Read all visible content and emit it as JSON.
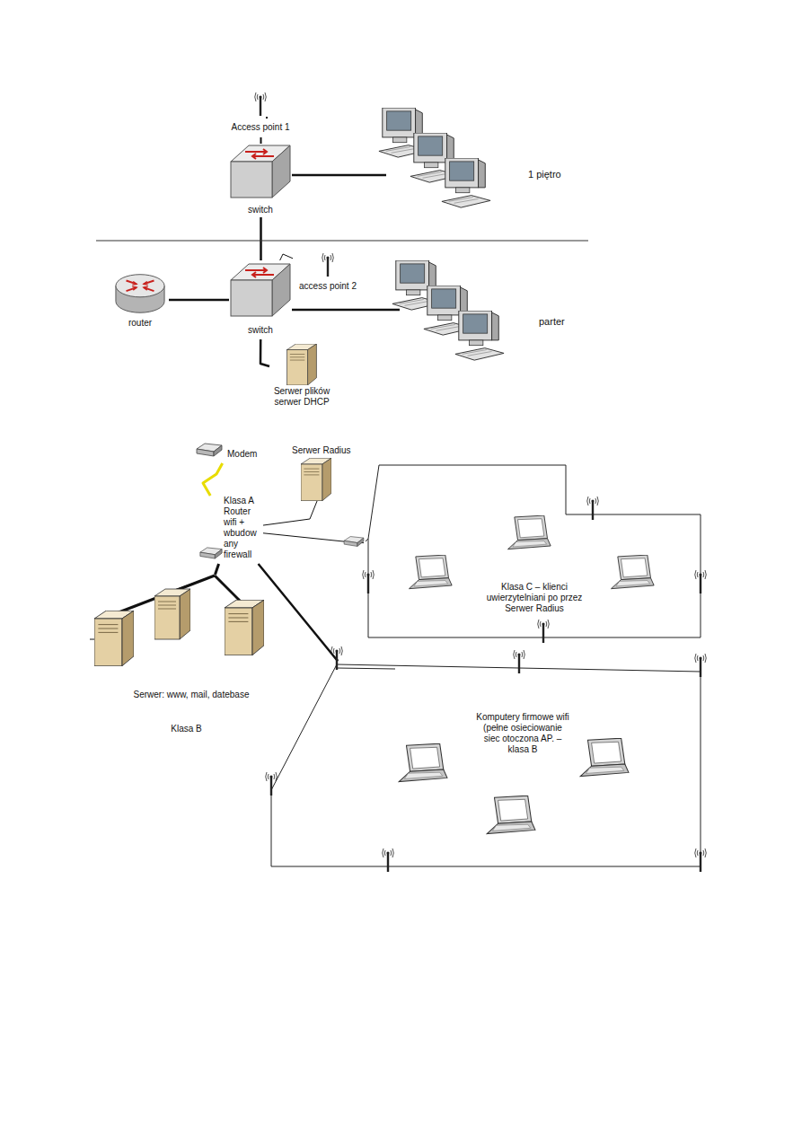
{
  "diagram": {
    "nodes": [
      {
        "text": [
          "Access point 1"
        ]
      },
      {
        "text": [
          "switch"
        ]
      },
      {
        "text": [
          "router"
        ]
      },
      {
        "text": [
          "access point 2"
        ]
      },
      {
        "text": [
          "switch"
        ]
      },
      {
        "text": [
          "Serwer plików serwer DHCP"
        ]
      },
      {
        "text": [
          "Modem"
        ]
      },
      {
        "text": [
          "Serwer Radius"
        ]
      },
      {
        "text": [
          "Klasa A Router wifi + wbudow any firewall"
        ]
      },
      {
        "text": [
          "Serwer: www, mail, datebase",
          "Klasa B"
        ]
      },
      {
        "text": [
          "Klasa C – klienci uwierzytelniani po przez Serwer Radius"
        ]
      },
      {
        "text": [
          "Komputery firmowe wifi (pełne osieciowanie siec otoczona AP. – klasa B"
        ]
      }
    ],
    "edges": [
      {
        "from": 0,
        "to": 1,
        "arrow": "none"
      },
      {
        "from": 1,
        "to": 4,
        "arrow": "none"
      },
      {
        "from": 2,
        "to": 4,
        "arrow": "none"
      },
      {
        "from": 3,
        "to": 4,
        "arrow": "none"
      },
      {
        "from": 5,
        "to": 4,
        "arrow": "none"
      },
      {
        "from": 6,
        "to": 8,
        "arrow": "none"
      },
      {
        "from": 7,
        "to": 8,
        "arrow": "none"
      },
      {
        "from": 8,
        "to": 9,
        "arrow": "none"
      },
      {
        "from": 8,
        "to": 10,
        "arrow": "none"
      },
      {
        "from": 8,
        "to": 11,
        "arrow": "none"
      }
    ],
    "labels": [
      "1 piętro",
      "parter"
    ]
  }
}
